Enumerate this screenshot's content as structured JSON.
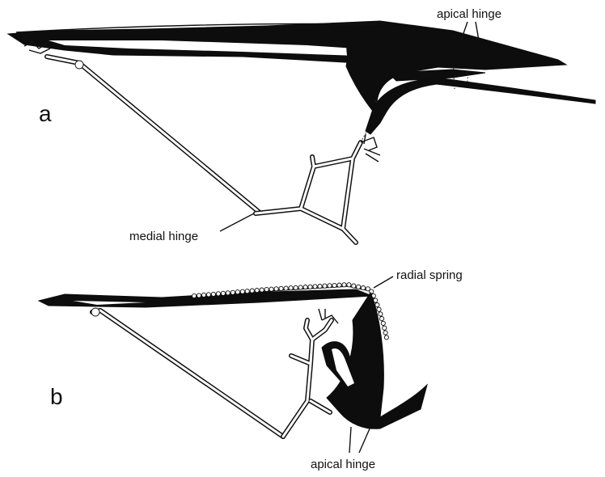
{
  "panels": {
    "a": {
      "letter": "a",
      "labels": {
        "apical_hinge": "apical hinge",
        "medial_hinge": "medial hinge"
      }
    },
    "b": {
      "letter": "b",
      "labels": {
        "radial_spring": "radial spring",
        "apical_hinge": "apical hinge"
      }
    }
  }
}
